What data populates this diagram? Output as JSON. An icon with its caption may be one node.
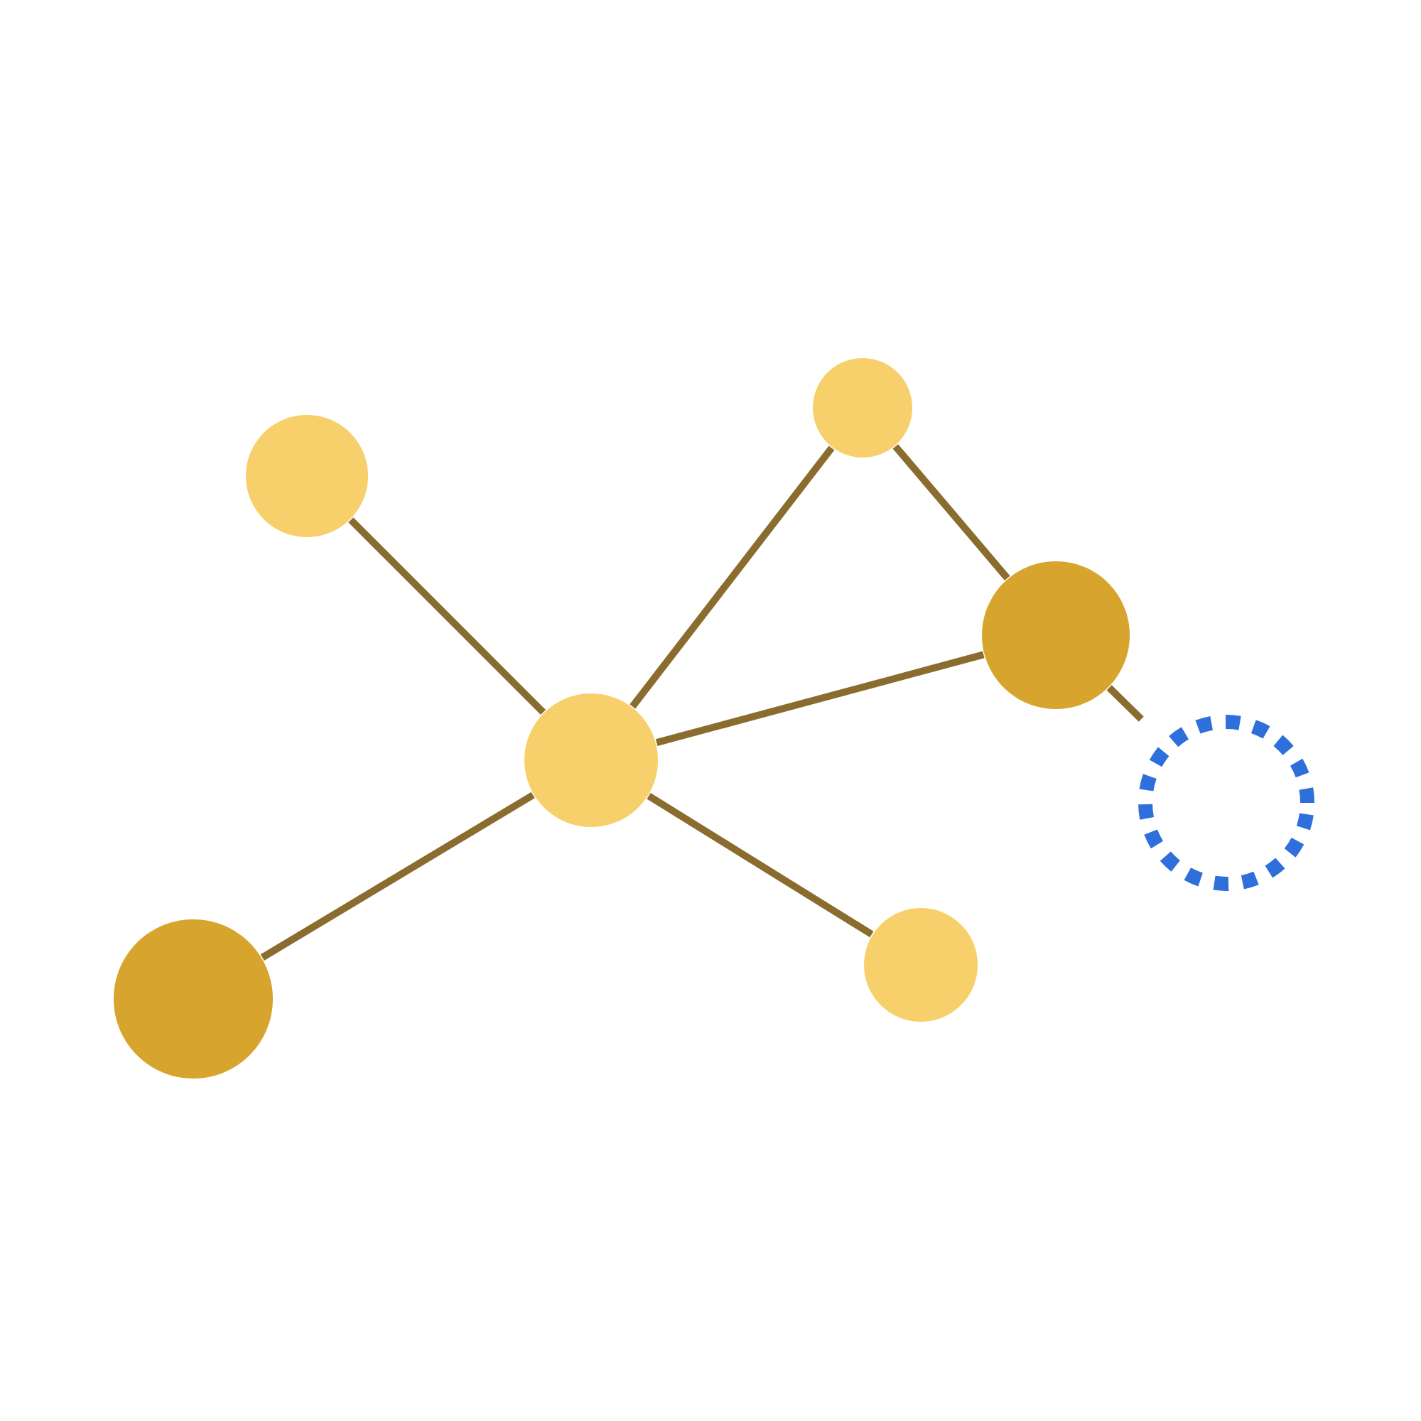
{
  "diagram": {
    "nodes": [
      {
        "text": [],
        "shape": "circle"
      },
      {
        "text": [],
        "shape": "circle"
      },
      {
        "text": [],
        "shape": "circle"
      },
      {
        "text": [],
        "shape": "circle"
      },
      {
        "text": [],
        "shape": "circle"
      },
      {
        "text": [],
        "shape": "circle"
      },
      {
        "text": [],
        "shape": "circle"
      }
    ],
    "edges": [
      {
        "from": 0,
        "to": 2,
        "arrow": "none"
      },
      {
        "from": 2,
        "to": 1,
        "arrow": "none"
      },
      {
        "from": 1,
        "to": 3,
        "arrow": "none"
      },
      {
        "from": 2,
        "to": 3,
        "arrow": "none"
      },
      {
        "from": 3,
        "to": 4,
        "arrow": "none"
      },
      {
        "from": 2,
        "to": 5,
        "arrow": "none"
      },
      {
        "from": 2,
        "to": 6,
        "arrow": "none"
      }
    ]
  }
}
